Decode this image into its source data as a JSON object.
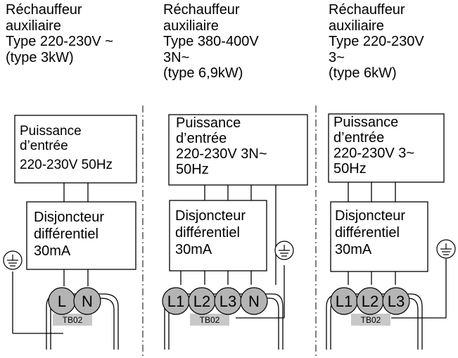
{
  "columns": [
    {
      "heading": [
        "Réchauffeur",
        "auxiliaire",
        "Type 220-230V ~",
        "(type 3kW)"
      ],
      "supply": [
        "Puissance",
        "d’entrée",
        "220-230V 50Hz"
      ],
      "breaker": [
        "Disjoncteur",
        "différentiel",
        "30mA"
      ],
      "terminals": [
        "L",
        "N"
      ],
      "terminal_block": "TB02"
    },
    {
      "heading": [
        "Réchauffeur",
        "auxiliaire",
        "Type 380-400V",
        "3N~",
        "(type 6,9kW)"
      ],
      "supply": [
        "Puissance",
        "d’entrée",
        "220-230V 3N~",
        "50Hz"
      ],
      "breaker": [
        "Disjoncteur",
        "différentiel",
        "30mA"
      ],
      "terminals": [
        "L1",
        "L2",
        "L3",
        "N"
      ],
      "terminal_block": "TB02"
    },
    {
      "heading": [
        "Réchauffeur",
        "auxiliaire",
        "Type 220-230V",
        "3~",
        "(type 6kW)"
      ],
      "supply": [
        "Puissance",
        "d’entrée",
        "220-230V 3~",
        "50Hz"
      ],
      "breaker": [
        "Disjoncteur",
        "différentiel",
        "30mA"
      ],
      "terminals": [
        "L1",
        "L2",
        "L3"
      ],
      "terminal_block": "TB02"
    }
  ],
  "colors": {
    "line": "#000000",
    "terminal_fill": "#b4b4b4",
    "label_fill": "#c8c8c8"
  },
  "icons": [
    "ground-icon"
  ]
}
